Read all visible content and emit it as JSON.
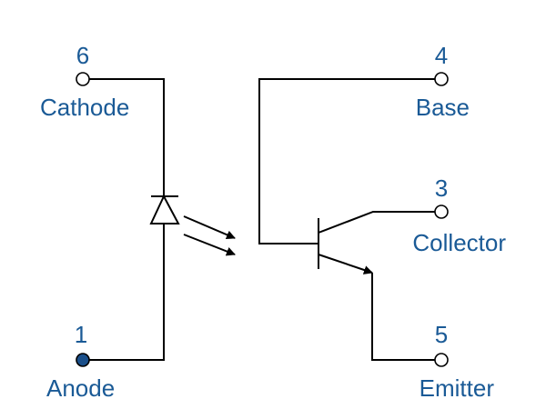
{
  "colors": {
    "label": "#1a5a96",
    "line": "#000000",
    "pin_fill_filled": "#1a4f8a",
    "pin_fill_open": "#ffffff"
  },
  "pins": {
    "cathode": {
      "number": "6",
      "label": "Cathode"
    },
    "anode": {
      "number": "1",
      "label": "Anode"
    },
    "base": {
      "number": "4",
      "label": "Base"
    },
    "collector": {
      "number": "3",
      "label": "Collector"
    },
    "emitter": {
      "number": "5",
      "label": "Emitter"
    }
  }
}
